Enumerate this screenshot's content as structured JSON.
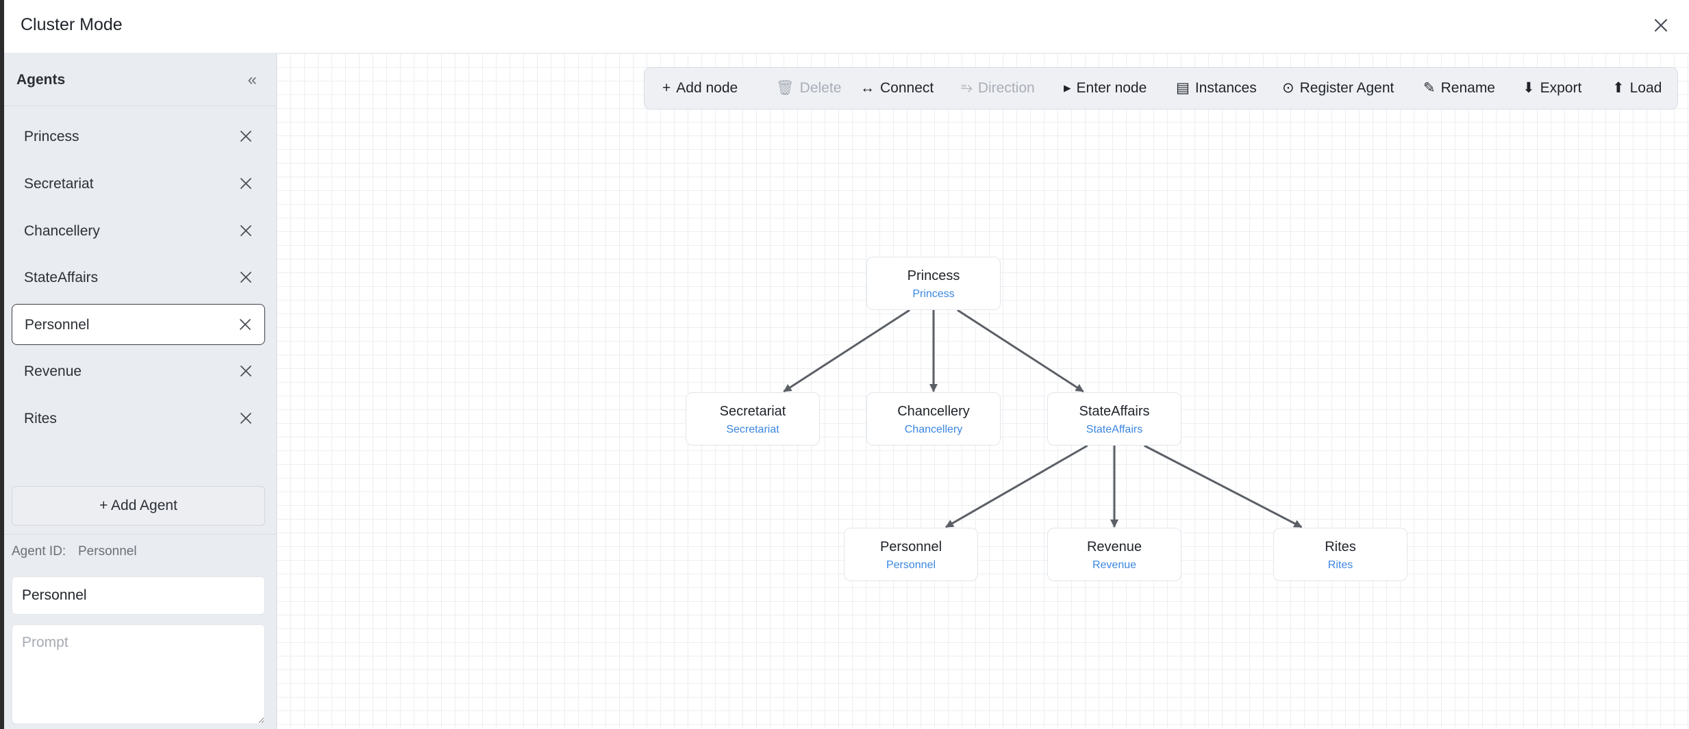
{
  "window": {
    "title": "Cluster Mode"
  },
  "sidebar": {
    "title": "Agents",
    "collapse_glyph": "«",
    "agents": [
      {
        "label": "Princess",
        "selected": false
      },
      {
        "label": "Secretariat",
        "selected": false
      },
      {
        "label": "Chancellery",
        "selected": false
      },
      {
        "label": "StateAffairs",
        "selected": false
      },
      {
        "label": "Personnel",
        "selected": true
      },
      {
        "label": "Revenue",
        "selected": false
      },
      {
        "label": "Rites",
        "selected": false
      }
    ],
    "add_agent_label": "+ Add Agent",
    "agent_id_label": "Agent ID:",
    "agent_id_value": "Personnel",
    "name_value": "Personnel",
    "prompt_placeholder": "Prompt"
  },
  "toolbar": {
    "add_node": {
      "icon": "+",
      "label": "Add node"
    },
    "delete": {
      "icon": "🗑",
      "label": "Delete",
      "disabled": true
    },
    "connect": {
      "icon": "↔",
      "label": "Connect"
    },
    "direction": {
      "icon": "⥱",
      "label": "Direction",
      "disabled": true
    },
    "enter_node": {
      "icon": "▸",
      "label": "Enter node"
    },
    "instances": {
      "icon": "▤",
      "label": "Instances"
    },
    "register_agent": {
      "icon": "⊙",
      "label": "Register Agent"
    },
    "rename": {
      "icon": "✎",
      "label": "Rename"
    },
    "export": {
      "icon": "⬇",
      "label": "Export"
    },
    "load": {
      "icon": "⬆",
      "label": "Load"
    }
  },
  "graph": {
    "nodes": [
      {
        "id": "princess",
        "title": "Princess",
        "agent": "Princess"
      },
      {
        "id": "secretariat",
        "title": "Secretariat",
        "agent": "Secretariat"
      },
      {
        "id": "chancellery",
        "title": "Chancellery",
        "agent": "Chancellery"
      },
      {
        "id": "stateaffairs",
        "title": "StateAffairs",
        "agent": "StateAffairs"
      },
      {
        "id": "personnel",
        "title": "Personnel",
        "agent": "Personnel"
      },
      {
        "id": "revenue",
        "title": "Revenue",
        "agent": "Revenue"
      },
      {
        "id": "rites",
        "title": "Rites",
        "agent": "Rites"
      }
    ],
    "edges": [
      {
        "from": "princess",
        "to": "secretariat"
      },
      {
        "from": "princess",
        "to": "chancellery"
      },
      {
        "from": "princess",
        "to": "stateaffairs"
      },
      {
        "from": "stateaffairs",
        "to": "personnel"
      },
      {
        "from": "stateaffairs",
        "to": "revenue"
      },
      {
        "from": "stateaffairs",
        "to": "rites"
      }
    ]
  },
  "colors": {
    "accent": "#3a86e0",
    "edge": "#5b5f66",
    "sidebar_bg": "#e9ecf0"
  }
}
